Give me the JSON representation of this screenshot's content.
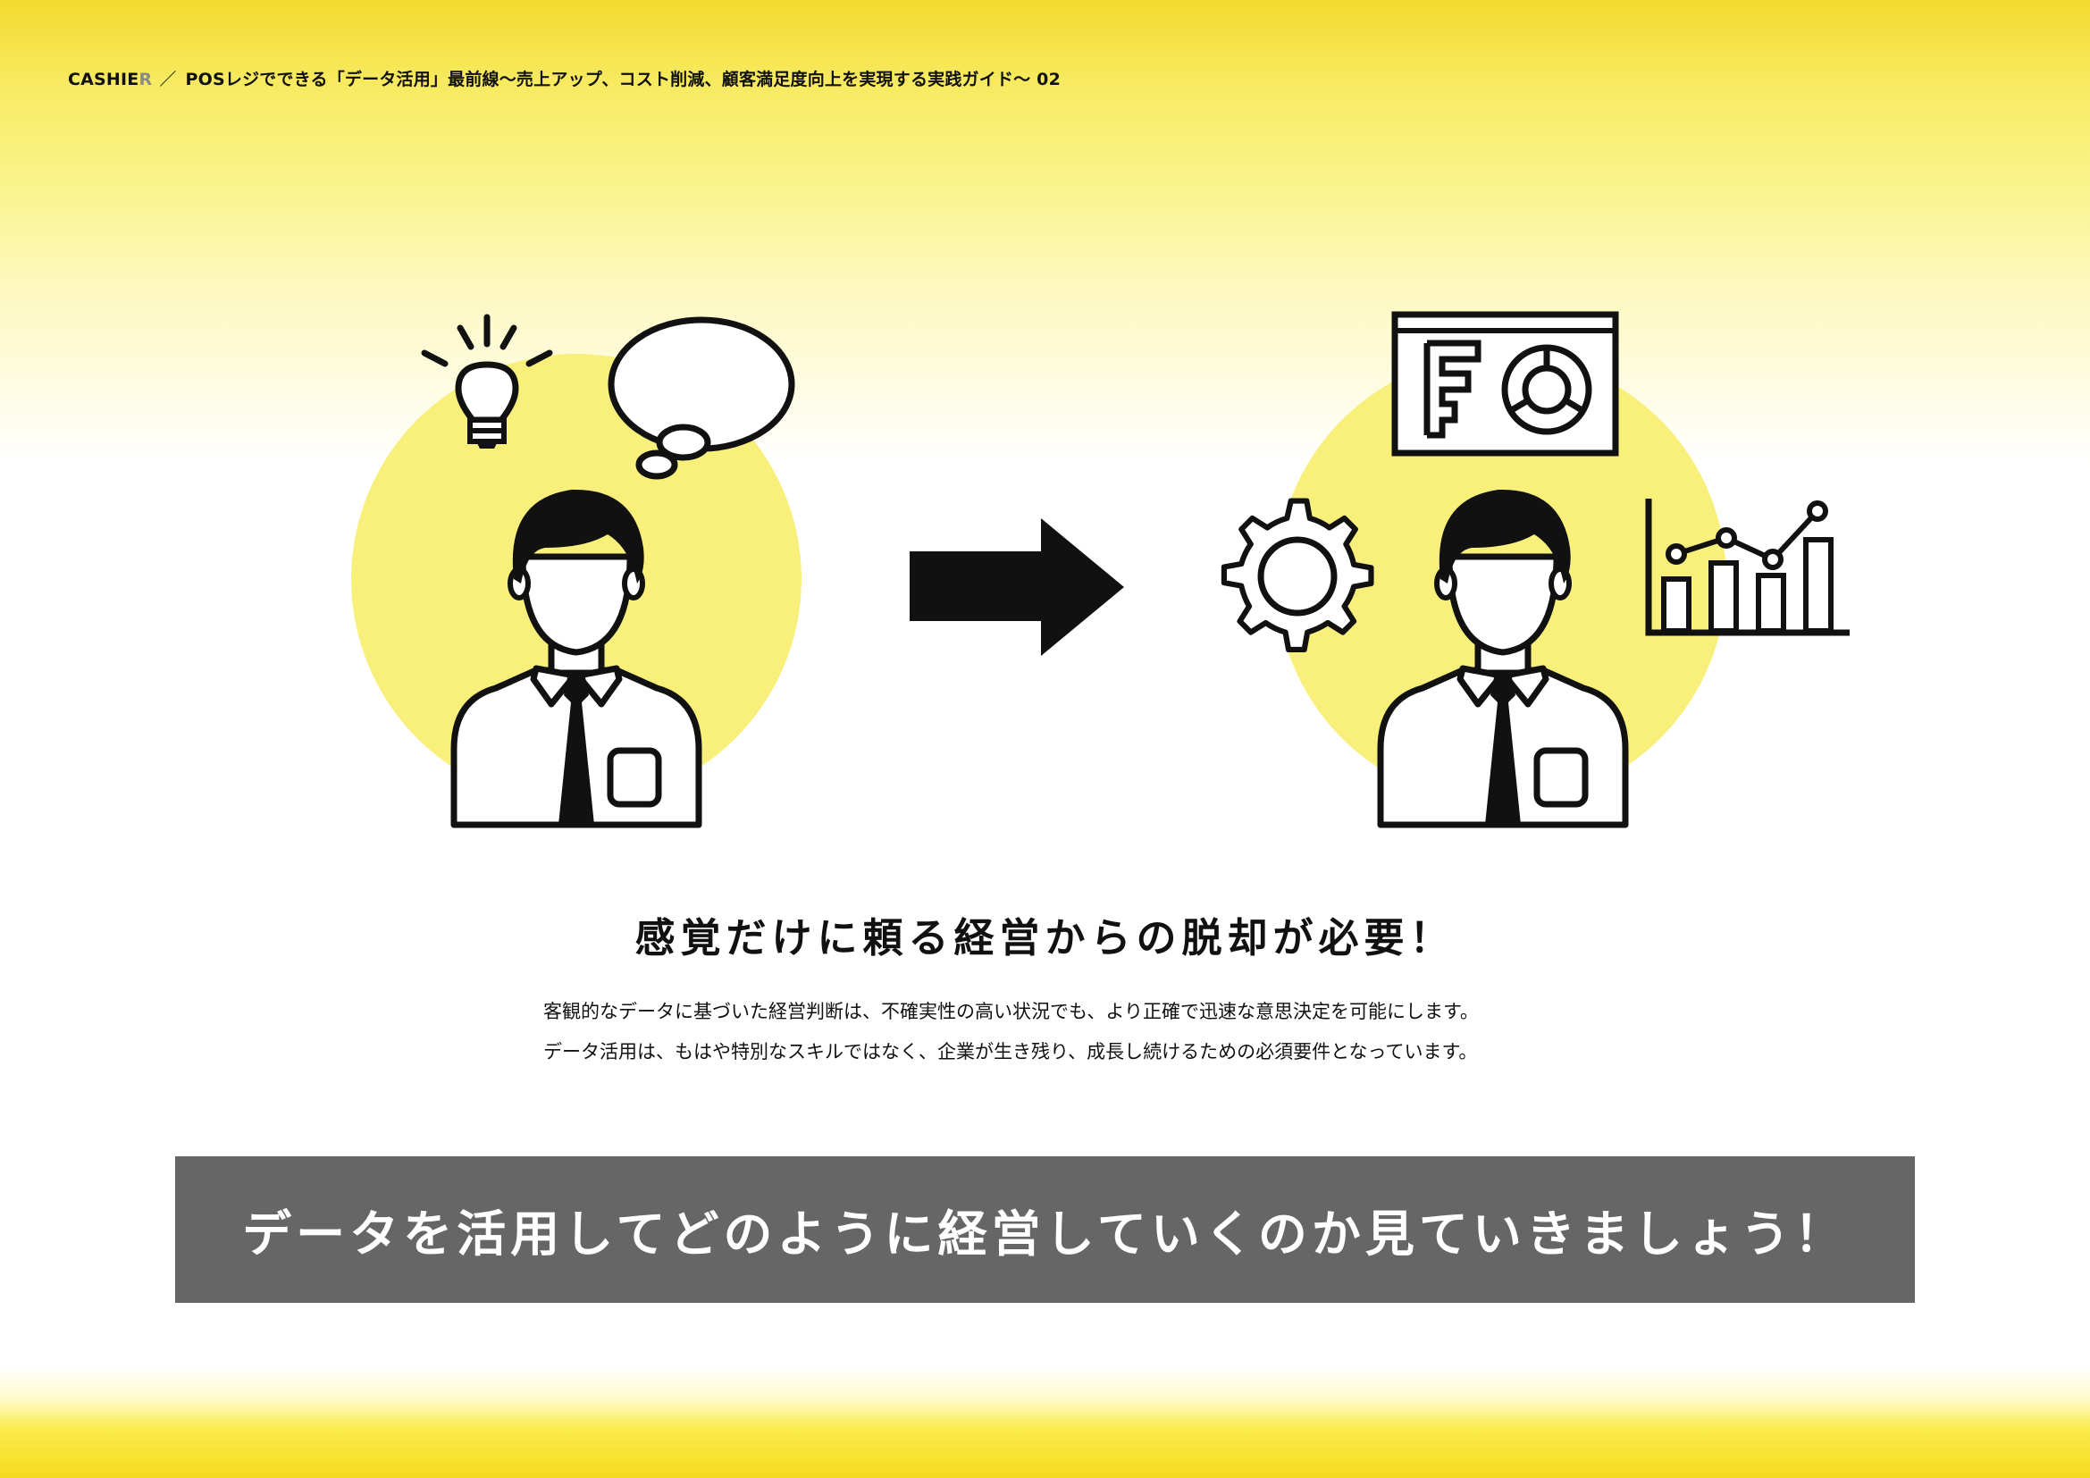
{
  "header": {
    "brand_main": "CASHIE",
    "brand_tail": "R",
    "separator": "／",
    "title": "POSレジでできる「データ活用」最前線～売上アップ、コスト削減、顧客満足度向上を実現する実践ガイド～ 02"
  },
  "illustration": {
    "before_icons": [
      "lightbulb-icon",
      "speech-bubble-icon",
      "person-icon"
    ],
    "arrow_icon": "right-arrow-icon",
    "after_icons": [
      "dashboard-icon",
      "gear-icon",
      "person-icon",
      "bar-line-chart-icon"
    ],
    "colors": {
      "circle": "#f9f07c",
      "ink": "#111111"
    }
  },
  "headline": "感覚だけに頼る経営からの脱却が必要！",
  "body": {
    "line1": "客観的なデータに基づいた経営判断は、不確実性の高い状況でも、より正確で迅速な意思決定を可能にします。",
    "line2": "データ活用は、もはや特別なスキルではなく、企業が生き残り、成長し続けるための必須要件となっています。"
  },
  "banner": {
    "text": "データを活用してどのように経営していくのか見ていきましょう！",
    "background": "#666666"
  }
}
